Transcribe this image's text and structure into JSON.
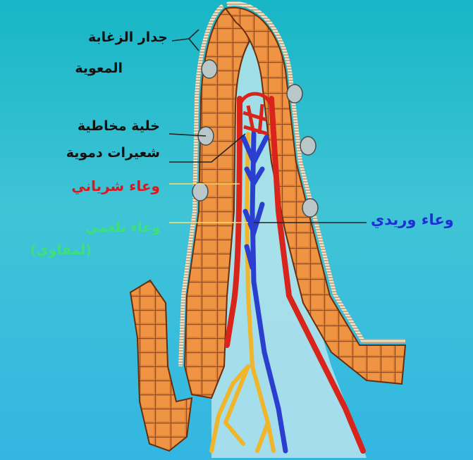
{
  "labels": {
    "villus_wall_line1": "جدار الزغابة",
    "villus_wall_line2": "المعوية",
    "mucosal_cell": "خلية مخاطية",
    "blood_capillaries": "شعيرات دموية",
    "arterial_vessel": "وعاء شرياني",
    "venous_vessel": "وعاء وريدي",
    "lymph_vessel_line1": "وعاء بلغمي",
    "lymph_vessel_line2": "(لمفاوي)"
  },
  "colors": {
    "background": "#29bcd4",
    "epithelium": "#e27a2c",
    "artery": "#d9241c",
    "vein": "#2a3fd0",
    "lymph": "#f0b52a",
    "label_black": "#111111",
    "label_red": "#e0161c",
    "label_blue": "#1f2fd6",
    "label_green": "#3ee07a"
  }
}
